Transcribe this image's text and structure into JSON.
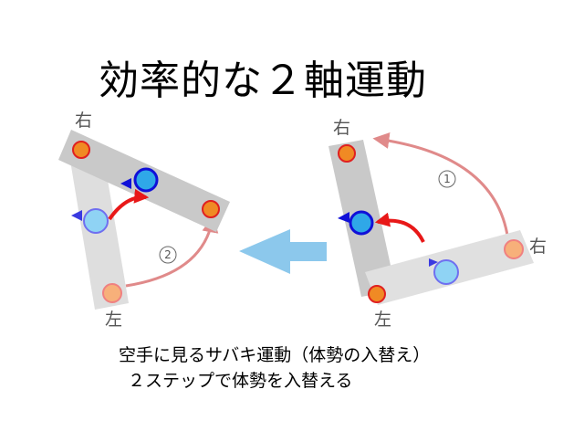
{
  "title": "効率的な２軸運動",
  "labels": {
    "right": "右",
    "left": "左"
  },
  "steps": {
    "one": "①",
    "two": "②"
  },
  "caption": {
    "line1": "空手に見るサバキ運動（体勢の入替え）",
    "line2": "２ステップで体勢を入替える"
  },
  "colors": {
    "body_bar_right_diagram": "#c9c9c9",
    "body_bar_left_diagram": "#dedede",
    "shoulder_node_fill": "#f08a24",
    "shoulder_node_stroke": "#e02020",
    "pale_node_fill": "#f7b07a",
    "moving_node_fill": "#8fd3f4",
    "moving_node_stroke": "#6f6ff0",
    "center_node_fill": "#2fa8e8",
    "center_node_stroke": "#1010d8",
    "rotation_arc": "#e08a8a",
    "thrust_arrow": "#e81818",
    "transition_arrow": "#8cc8ec"
  }
}
